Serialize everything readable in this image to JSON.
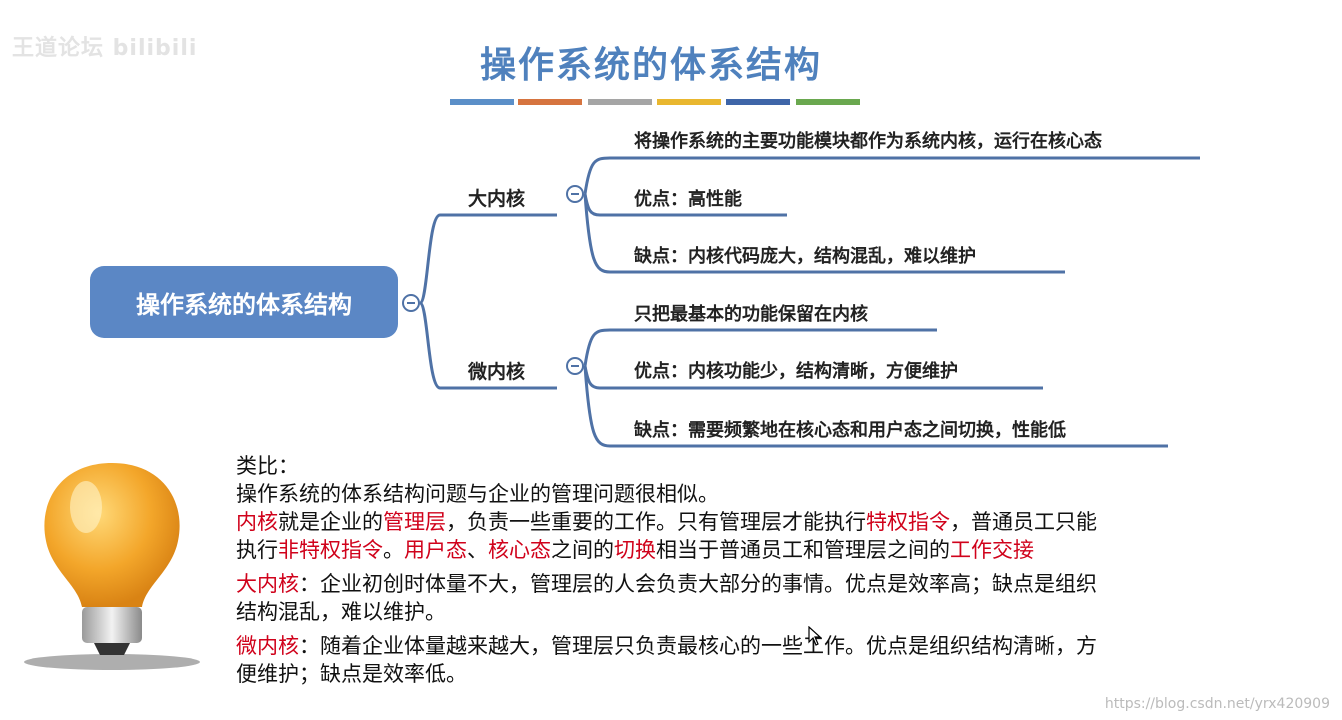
{
  "watermark": "王道论坛 bilibili",
  "title": "操作系统的体系结构",
  "title_bar_colors": [
    "#5b8fc8",
    "#d6743f",
    "#a5a5a5",
    "#e9b72f",
    "#3e65a8",
    "#6aa84f"
  ],
  "mindmap": {
    "root": "操作系统的体系结构",
    "branches": [
      {
        "label": "大内核",
        "leaves": [
          "将操作系统的主要功能模块都作为系统内核，运行在核心态",
          "优点：高性能",
          "缺点：内核代码庞大，结构混乱，难以维护"
        ]
      },
      {
        "label": "微内核",
        "leaves": [
          "只把最基本的功能保留在内核",
          "优点：内核功能少，结构清晰，方便维护",
          "缺点：需要频繁地在核心态和用户态之间切换，性能低"
        ]
      }
    ]
  },
  "analogy": {
    "heading": "类比：",
    "intro": "操作系统的体系结构问题与企业的管理问题很相似。",
    "p1": {
      "a": "内核",
      "b": "就是企业的",
      "c": "管理层",
      "d": "，负责一些重要的工作。只有管理层才能执行",
      "e": "特权指令",
      "f": "，普通员工只能",
      "g": "执行",
      "h": "非特权指令",
      "i": "。",
      "j": "用户态",
      "k": "、",
      "l": "核心态",
      "m": "之间的",
      "n": "切换",
      "o": "相当于普通员工和管理层之间的",
      "p": "工作交接"
    },
    "p2": {
      "a": "大内核",
      "b": "：企业初创时体量不大，管理层的人会负责大部分的事情。优点是效率高；缺点是组织",
      "c": "结构混乱，难以维护。"
    },
    "p3": {
      "a": "微内核",
      "b": "：随着企业体量越来越大，管理层只负责最核心的一些工作。优点是组织结构清晰，方",
      "c": "便维护；缺点是效率低。"
    }
  },
  "footer_url": "https://blog.csdn.net/yrx420909",
  "colors": {
    "root_node": "#5b87c5",
    "title": "#4f81bd",
    "connector": "#4f72a6",
    "highlight": "#d0021b"
  }
}
